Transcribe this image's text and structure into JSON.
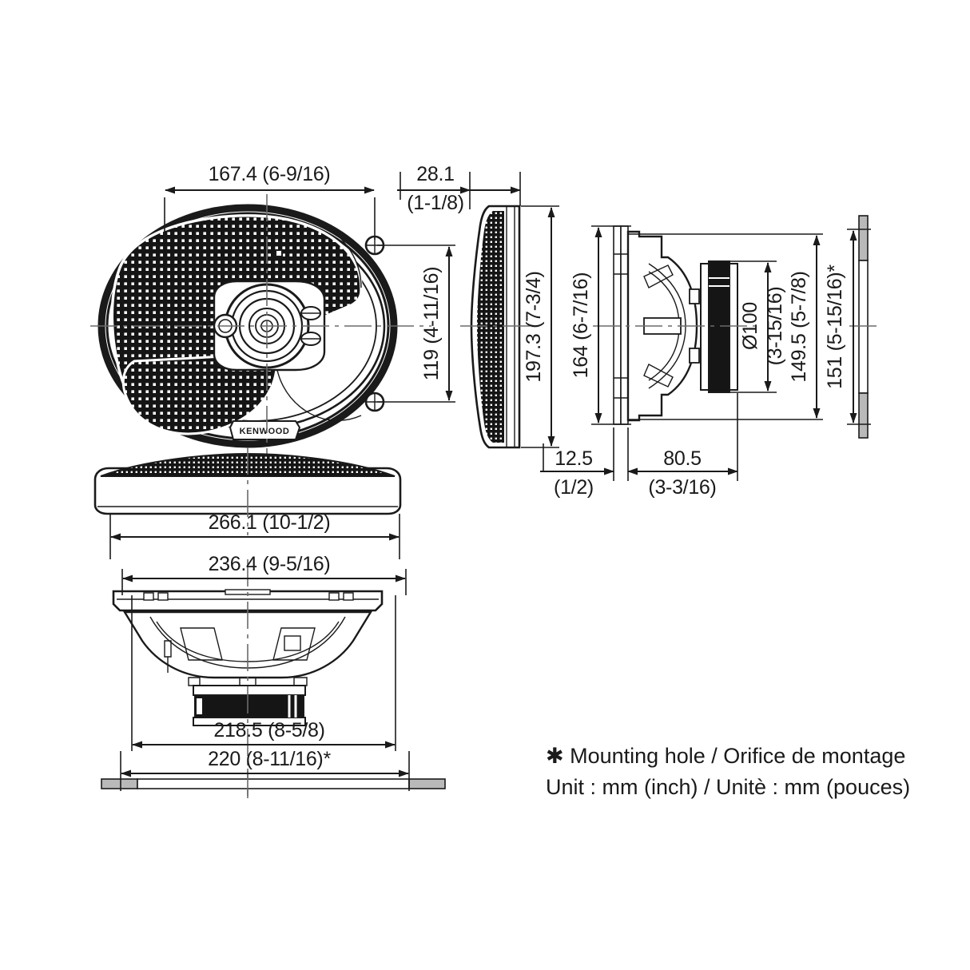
{
  "document": {
    "type": "technical-dimension-drawing",
    "subject": "KENWOOD 6x9 inch coaxial car speaker",
    "brand": "KENWOOD"
  },
  "views": {
    "front": {
      "name": "front-view",
      "brand_label": "KENWOOD"
    },
    "side_narrow": {
      "name": "narrow-side-view"
    },
    "section_right": {
      "name": "right-section-view"
    },
    "grille_profile": {
      "name": "grille-profile-view"
    },
    "basket_profile": {
      "name": "basket-profile-view"
    }
  },
  "dimensions": {
    "front_width": "167.4 (6-9/16)",
    "front_depth": "28.1",
    "front_depth_inch": "(1-1/8)",
    "hole_spacing_v": "119 (4-11/16)",
    "grille_height": "197.3 (7-3/4)",
    "frame_height": "164 (6-7/16)",
    "magnet_dia": "Ø100",
    "magnet_dia_inch": "(3-15/16)",
    "flange_height": "149.5 (5-7/8)",
    "mounting_hole_h": "151 (5-15/16)*",
    "flange_thickness": "12.5",
    "flange_thickness_inch": "(1/2)",
    "depth_behind": "80.5",
    "depth_behind_inch": "(3-3/16)",
    "grille_length": "266.1 (10-1/2)",
    "frame_length": "236.4 (9-5/16)",
    "basket_length": "218.5 (8-5/8)",
    "mounting_hole_length": "220 (8-11/16)*"
  },
  "notes": {
    "line1": "✱ Mounting hole / Orifice de montage",
    "line2": "Unit : mm (inch) / Unitè : mm (pouces)"
  },
  "colors": {
    "ink": "#1a1a1a",
    "centerline": "#6b6b6b",
    "panel": "#b9b9b9",
    "background": "#ffffff"
  }
}
